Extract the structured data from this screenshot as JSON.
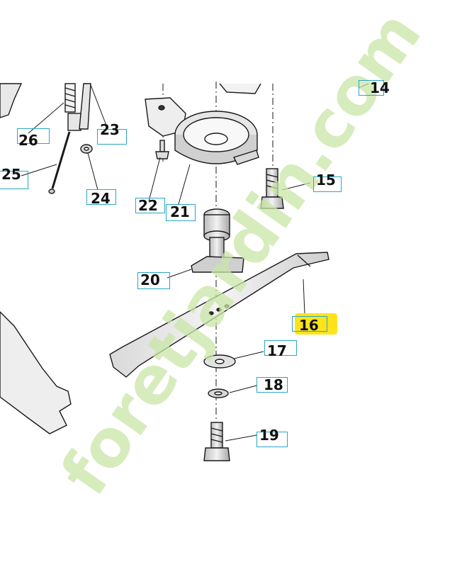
{
  "labels": {
    "p14": "14",
    "p15": "15",
    "p16": "16",
    "p17": "17",
    "p18": "18",
    "p19": "19",
    "p20": "20",
    "p21": "21",
    "p22": "22",
    "p23": "23",
    "p24": "24",
    "p25": "25",
    "p26": "26"
  },
  "watermark": {
    "text": "foretjardin.com"
  },
  "colors": {
    "callout_box": "#2aa6c4",
    "highlight": "#ffe31a",
    "line_art": "#1a1a1a"
  }
}
